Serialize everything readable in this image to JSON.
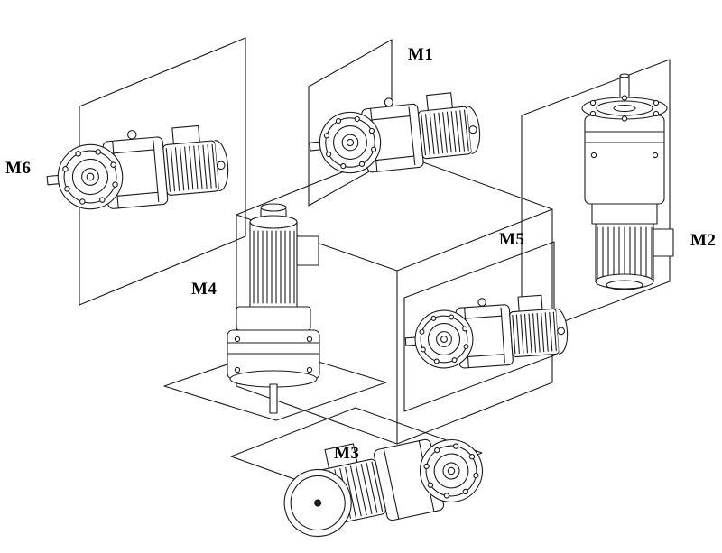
{
  "labels": {
    "m1": "M1",
    "m2": "M2",
    "m3": "M3",
    "m4": "M4",
    "m5": "M5",
    "m6": "M6"
  },
  "line_color": "#1b1b1b",
  "background_color": "#ffffff"
}
